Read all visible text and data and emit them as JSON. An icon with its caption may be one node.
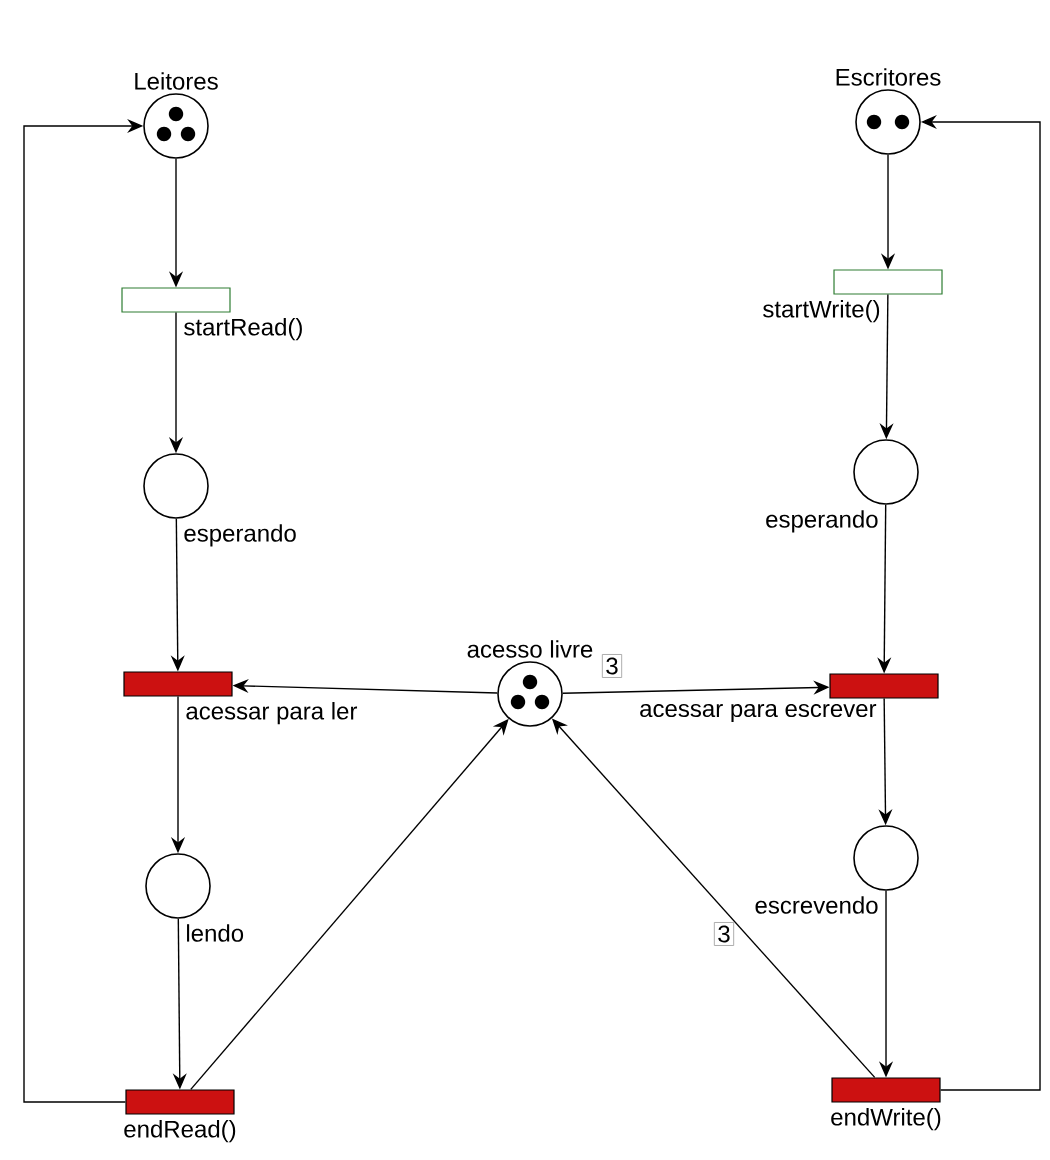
{
  "diagram": {
    "nodes": [
      {
        "text": [
          "Leitores"
        ]
      },
      {
        "text": [
          "startRead()"
        ]
      },
      {
        "text": [
          "esperando"
        ]
      },
      {
        "text": [
          "acessar para ler"
        ]
      },
      {
        "text": [
          "lendo"
        ]
      },
      {
        "text": [
          "endRead()"
        ]
      },
      {
        "text": [
          "acesso livre"
        ]
      },
      {
        "text": [
          "Escritores"
        ]
      },
      {
        "text": [
          "startWrite()"
        ]
      },
      {
        "text": [
          "esperando"
        ]
      },
      {
        "text": [
          "acessar para escrever"
        ]
      },
      {
        "text": [
          "escrevendo"
        ]
      },
      {
        "text": [
          "endWrite()"
        ]
      }
    ],
    "edges": [
      {
        "from": 0,
        "to": 1,
        "arrow": "to"
      },
      {
        "from": 1,
        "to": 2,
        "arrow": "to"
      },
      {
        "from": 2,
        "to": 3,
        "arrow": "to"
      },
      {
        "from": 3,
        "to": 4,
        "arrow": "to"
      },
      {
        "from": 4,
        "to": 5,
        "arrow": "to"
      },
      {
        "from": 5,
        "to": 0,
        "arrow": "to"
      },
      {
        "from": 6,
        "to": 3,
        "arrow": "to"
      },
      {
        "from": 6,
        "to": 10,
        "arrow": "to",
        "label": "3"
      },
      {
        "from": 5,
        "to": 6,
        "arrow": "to"
      },
      {
        "from": 12,
        "to": 6,
        "arrow": "to",
        "label": "3"
      },
      {
        "from": 7,
        "to": 8,
        "arrow": "to"
      },
      {
        "from": 8,
        "to": 9,
        "arrow": "to"
      },
      {
        "from": 9,
        "to": 10,
        "arrow": "to"
      },
      {
        "from": 10,
        "to": 11,
        "arrow": "to"
      },
      {
        "from": 11,
        "to": 12,
        "arrow": "to"
      },
      {
        "from": 12,
        "to": 7,
        "arrow": "to"
      }
    ]
  }
}
